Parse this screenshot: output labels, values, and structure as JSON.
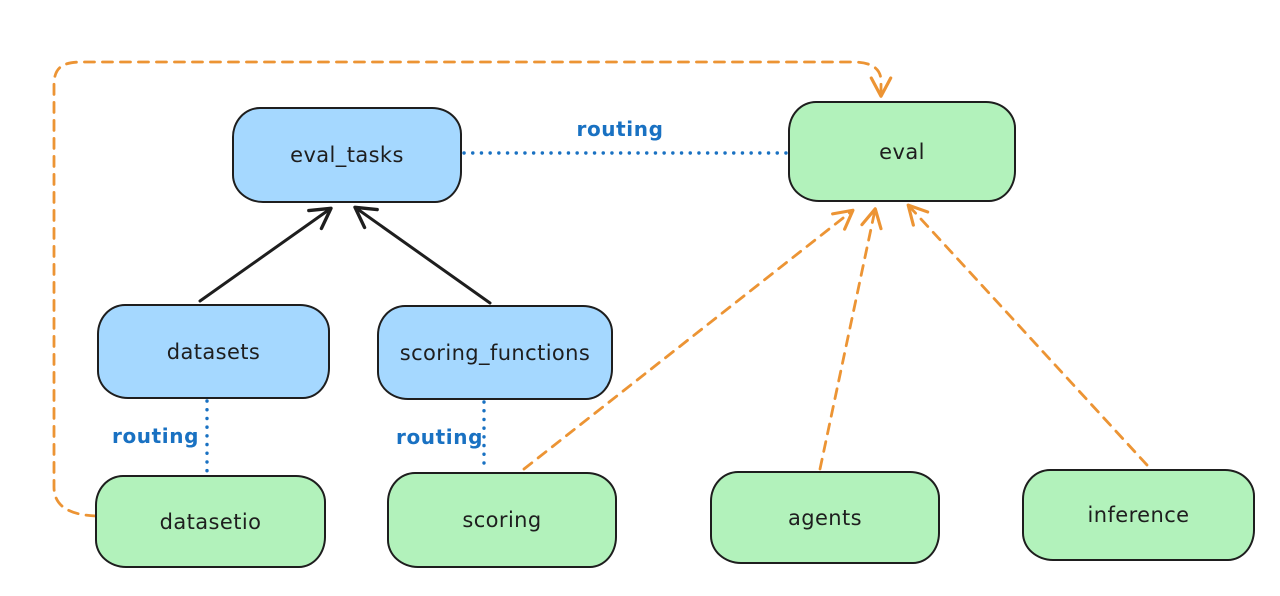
{
  "diagram": {
    "type": "architecture-diagram",
    "nodes": [
      {
        "id": "eval_tasks",
        "label": "eval_tasks",
        "kind": "registry"
      },
      {
        "id": "eval",
        "label": "eval",
        "kind": "provider"
      },
      {
        "id": "datasets",
        "label": "datasets",
        "kind": "registry"
      },
      {
        "id": "scoring_functions",
        "label": "scoring_functions",
        "kind": "registry"
      },
      {
        "id": "datasetio",
        "label": "datasetio",
        "kind": "provider"
      },
      {
        "id": "scoring",
        "label": "scoring",
        "kind": "provider"
      },
      {
        "id": "agents",
        "label": "agents",
        "kind": "provider"
      },
      {
        "id": "inference",
        "label": "inference",
        "kind": "provider"
      }
    ],
    "edges": [
      {
        "from": "datasets",
        "to": "eval_tasks",
        "style": "solid-arrow",
        "color": "black"
      },
      {
        "from": "scoring_functions",
        "to": "eval_tasks",
        "style": "solid-arrow",
        "color": "black"
      },
      {
        "from": "eval_tasks",
        "to": "eval",
        "style": "dotted",
        "color": "blue",
        "label": "routing"
      },
      {
        "from": "datasets",
        "to": "datasetio",
        "style": "dotted",
        "color": "blue",
        "label": "routing"
      },
      {
        "from": "scoring_functions",
        "to": "scoring",
        "style": "dotted",
        "color": "blue",
        "label": "routing"
      },
      {
        "from": "datasetio",
        "to": "eval",
        "style": "dashed-arrow",
        "color": "orange"
      },
      {
        "from": "scoring",
        "to": "eval",
        "style": "dashed-arrow",
        "color": "orange"
      },
      {
        "from": "agents",
        "to": "eval",
        "style": "dashed-arrow",
        "color": "orange"
      },
      {
        "from": "inference",
        "to": "eval",
        "style": "dashed-arrow",
        "color": "orange"
      }
    ],
    "colors": {
      "bg": "#ffffff",
      "stroke": "#1e1e1e",
      "registry_fill": "#a5d8ff",
      "provider_fill": "#b2f2bb",
      "routing_color": "#1971c2",
      "orange": "#ec9434"
    }
  }
}
